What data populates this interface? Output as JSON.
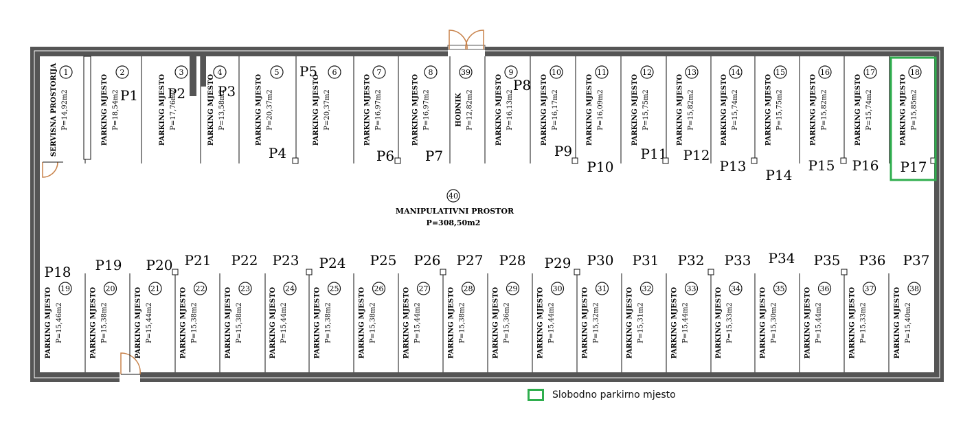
{
  "legend": {
    "free_label": "Slobodno parkirno mjesto",
    "free_color": "#2fae4e"
  },
  "central_space": {
    "number": "40",
    "name": "MANIPULATIVNI PROSTOR",
    "area": "P=308,50m2"
  },
  "top_rooms": [
    {
      "num": "1",
      "name": "SERVISNA PROSTORIJA",
      "area": "P=14,92m2",
      "parking": ""
    },
    {
      "num": "2",
      "name": "PARKING MJESTO",
      "area": "P=18,54m2",
      "parking": "P1"
    },
    {
      "num": "3",
      "name": "PARKING MJESTO",
      "area": "P=17,76m2",
      "parking": "P2"
    },
    {
      "num": "4",
      "name": "PARKING MJESTO",
      "area": "P=13,58m2",
      "parking": "P3"
    },
    {
      "num": "5",
      "name": "PARKING MJESTO",
      "area": "P=20,37m2",
      "parking": "P4"
    },
    {
      "num": "6",
      "name": "PARKING MJESTO",
      "area": "P=20,37m2",
      "parking": "P5"
    },
    {
      "num": "7",
      "name": "PARKING MJESTO",
      "area": "P=16,97m2",
      "parking": "P6"
    },
    {
      "num": "8",
      "name": "PARKING MJESTO",
      "area": "P=16,97m2",
      "parking": "P7"
    },
    {
      "num": "39",
      "name": "HODNIK",
      "area": "P=12,82m2",
      "parking": ""
    },
    {
      "num": "9",
      "name": "PARKING MJESTO",
      "area": "P=16,13m2",
      "parking": "P8"
    },
    {
      "num": "10",
      "name": "PARKING MJESTO",
      "area": "P=16,17m2",
      "parking": "P9"
    },
    {
      "num": "11",
      "name": "PARKING MJESTO",
      "area": "P=16,09m2",
      "parking": "P10"
    },
    {
      "num": "12",
      "name": "PARKING MJESTO",
      "area": "P=15,75m2",
      "parking": "P11"
    },
    {
      "num": "13",
      "name": "PARKING MJESTO",
      "area": "P=15,82m2",
      "parking": "P12"
    },
    {
      "num": "14",
      "name": "PARKING MJESTO",
      "area": "P=15,74m2",
      "parking": "P13"
    },
    {
      "num": "15",
      "name": "PARKING MJESTO",
      "area": "P=15,75m2",
      "parking": "P14"
    },
    {
      "num": "16",
      "name": "PARKING MJESTO",
      "area": "P=15,82m2",
      "parking": "P15"
    },
    {
      "num": "17",
      "name": "PARKING MJESTO",
      "area": "P=15,74m2",
      "parking": "P16"
    },
    {
      "num": "18",
      "name": "PARKING MJESTO",
      "area": "P=15,85m2",
      "parking": "P17",
      "free": true
    }
  ],
  "bottom_rooms": [
    {
      "num": "19",
      "name": "PARKING MJESTO",
      "area": "P=15,46m2",
      "parking": "P18"
    },
    {
      "num": "20",
      "name": "PARKING MJESTO",
      "area": "P=15,38m2",
      "parking": "P19"
    },
    {
      "num": "21",
      "name": "PARKING MJESTO",
      "area": "P=15,44m2",
      "parking": "P20"
    },
    {
      "num": "22",
      "name": "PARKING MJESTO",
      "area": "P=15,38m2",
      "parking": "P21"
    },
    {
      "num": "23",
      "name": "PARKING MJESTO",
      "area": "P=15,38m2",
      "parking": "P22"
    },
    {
      "num": "24",
      "name": "PARKING MJESTO",
      "area": "P=15,44m2",
      "parking": "P23"
    },
    {
      "num": "25",
      "name": "PARKING MJESTO",
      "area": "P=15,38m2",
      "parking": "P24"
    },
    {
      "num": "26",
      "name": "PARKING MJESTO",
      "area": "P=15,38m2",
      "parking": "P25"
    },
    {
      "num": "27",
      "name": "PARKING MJESTO",
      "area": "P=15,44m2",
      "parking": "P26"
    },
    {
      "num": "28",
      "name": "PARKING MJESTO",
      "area": "P=15,38m2",
      "parking": "P27"
    },
    {
      "num": "29",
      "name": "PARKING MJESTO",
      "area": "P=15,36m2",
      "parking": "P28"
    },
    {
      "num": "30",
      "name": "PARKING MJESTO",
      "area": "P=15,44m2",
      "parking": "P29"
    },
    {
      "num": "31",
      "name": "PARKING MJESTO",
      "area": "P=15,32m2",
      "parking": "P30"
    },
    {
      "num": "32",
      "name": "PARKING MJESTO",
      "area": "P=15,31m2",
      "parking": "P31"
    },
    {
      "num": "33",
      "name": "PARKING MJESTO",
      "area": "P=15,44m2",
      "parking": "P32"
    },
    {
      "num": "34",
      "name": "PARKING MJESTO",
      "area": "P=15,33m2",
      "parking": "P33"
    },
    {
      "num": "35",
      "name": "PARKING MJESTO",
      "area": "P=15,30m2",
      "parking": "P34"
    },
    {
      "num": "36",
      "name": "PARKING MJESTO",
      "area": "P=15,44m2",
      "parking": "P35"
    },
    {
      "num": "37",
      "name": "PARKING MJESTO",
      "area": "P=15,33m2",
      "parking": "P36"
    },
    {
      "num": "38",
      "name": "PARKING MJESTO",
      "area": "P=15,40m2",
      "parking": "P37"
    }
  ]
}
